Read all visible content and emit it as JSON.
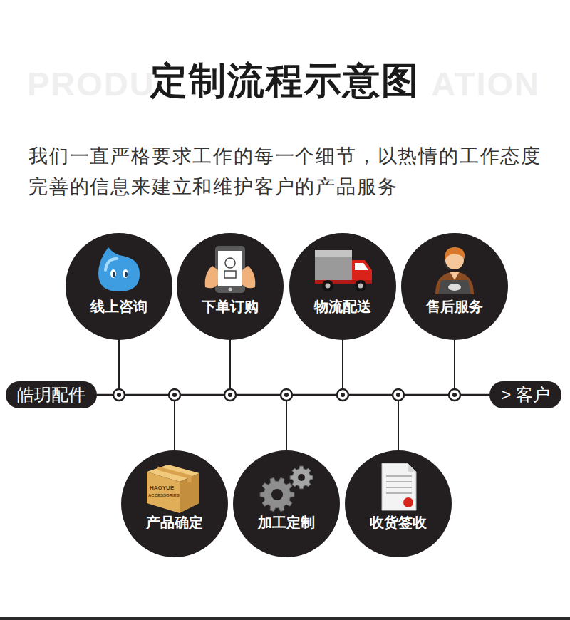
{
  "diagram": {
    "title": "定制流程示意图",
    "nodes": [
      {
        "text": [
          "皓玥配件"
        ]
      },
      {
        "text": [
          "线上咨询"
        ]
      },
      {
        "text": [
          "下单订购"
        ]
      },
      {
        "text": [
          "物流配送"
        ]
      },
      {
        "text": [
          "售后服务"
        ]
      },
      {
        "text": [
          "产品确定"
        ]
      },
      {
        "text": [
          "加工定制"
        ]
      },
      {
        "text": [
          "收货签收"
        ]
      },
      {
        "text": [
          "> 客户"
        ]
      }
    ],
    "edges": [
      {
        "from": 0,
        "to": 8,
        "arrow": "none"
      }
    ],
    "labels": [
      "PRODU",
      "ATION",
      "我们一直严格要求工作的每一个细节，以热情的工作态度 完善的信息来建立和维护客户的产品服务",
      "HAOYUE",
      "ACCESSORIES"
    ]
  }
}
